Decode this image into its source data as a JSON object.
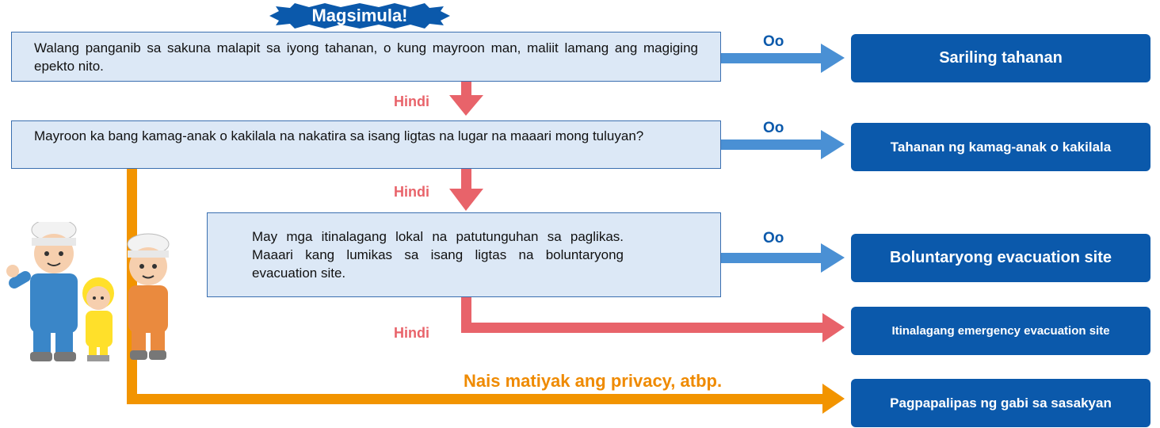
{
  "start_label": "Magsimula!",
  "questions": [
    {
      "text": "Walang panganib sa sakuna malapit sa iyong tahanan, o kung mayroon man, maliit lamang ang magiging epekto nito."
    },
    {
      "text": "Mayroon ka bang kamag-anak o kakilala na nakatira sa isang ligtas na lugar na maaari mong tuluyan?"
    },
    {
      "text": "May mga itinalagang lokal na patutunguhan sa paglikas. Maaari kang lumikas sa isang ligtas na boluntaryong evacuation site."
    }
  ],
  "labels": {
    "yes": "Oo",
    "no": "Hindi",
    "privacy": "Nais matiyak ang privacy, atbp."
  },
  "destinations": [
    "Sariling tahanan",
    "Tahanan ng kamag-anak o kakilala",
    "Boluntaryong evacuation site",
    "Itinalagang emergency evacuation site",
    "Pagpapalipas ng gabi sa sasakyan"
  ],
  "colors": {
    "yes_arrow": "#4a90d4",
    "no_arrow": "#e8636a",
    "orange_path": "#f29400",
    "dest_bg": "#0b59ab",
    "question_bg": "#dce8f6"
  }
}
